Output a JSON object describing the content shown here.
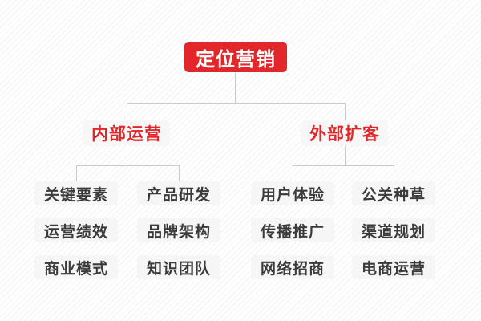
{
  "diagram": {
    "type": "mindmap-org-chart",
    "root": {
      "label": "定位营销"
    },
    "branches": [
      {
        "label": "内部运营",
        "children": [
          "关键要素",
          "产品研发",
          "运营绩效",
          "品牌架构",
          "商业模式",
          "知识团队"
        ]
      },
      {
        "label": "外部扩客",
        "children": [
          "用户体验",
          "公关种草",
          "传播推广",
          "渠道规划",
          "网络招商",
          "电商运营"
        ]
      }
    ]
  },
  "colors": {
    "root_bg": "#e2262a",
    "root_text": "#ffffff",
    "branch_text": "#e2262a",
    "branch_bg": "#f7f7f7",
    "leaf_bg": "#f6f6f6",
    "leaf_text": "#3b3b3b",
    "connector_line": "#cacaca",
    "background": "#ffffff",
    "background_stripe": "#f2f2f2"
  }
}
